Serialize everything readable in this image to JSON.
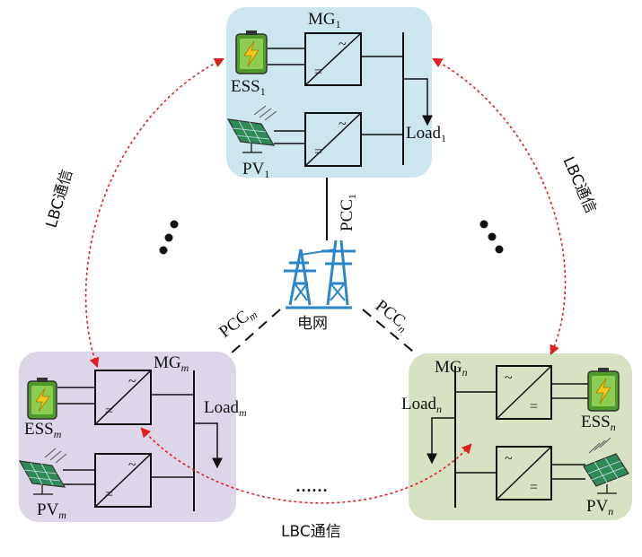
{
  "colors": {
    "mg1_bg": "#cce6ee",
    "mgm_bg": "#dcd6e8",
    "mgn_bg": "#d6e2c2",
    "grid_tower": "#2a86c8",
    "comm_arrow": "#e02020",
    "battery": "#6fb33c",
    "pv_panel": "#2e8b57"
  },
  "mg1": {
    "title": "MG",
    "title_sub": "1",
    "ess": "ESS",
    "ess_sub": "1",
    "pv": "PV",
    "pv_sub": "1",
    "load": "Load",
    "load_sub": "1"
  },
  "mgm": {
    "title": "MG",
    "title_sub": "m",
    "ess": "ESS",
    "ess_sub": "m",
    "pv": "PV",
    "pv_sub": "m",
    "load": "Load",
    "load_sub": "m"
  },
  "mgn": {
    "title": "MG",
    "title_sub": "n",
    "ess": "ESS",
    "ess_sub": "n",
    "pv": "PV",
    "pv_sub": "n",
    "load": "Load",
    "load_sub": "n"
  },
  "pcc1": {
    "text": "PCC",
    "sub": "1"
  },
  "pccm": {
    "text": "PCC",
    "sub": "m"
  },
  "pccn": {
    "text": "PCC",
    "sub": "n"
  },
  "grid": {
    "label": "电网"
  },
  "comm": {
    "left": "LBC通信",
    "right": "LBC通信",
    "bottom": "LBC通信"
  },
  "ellipsis": {
    "bottom": "……"
  }
}
